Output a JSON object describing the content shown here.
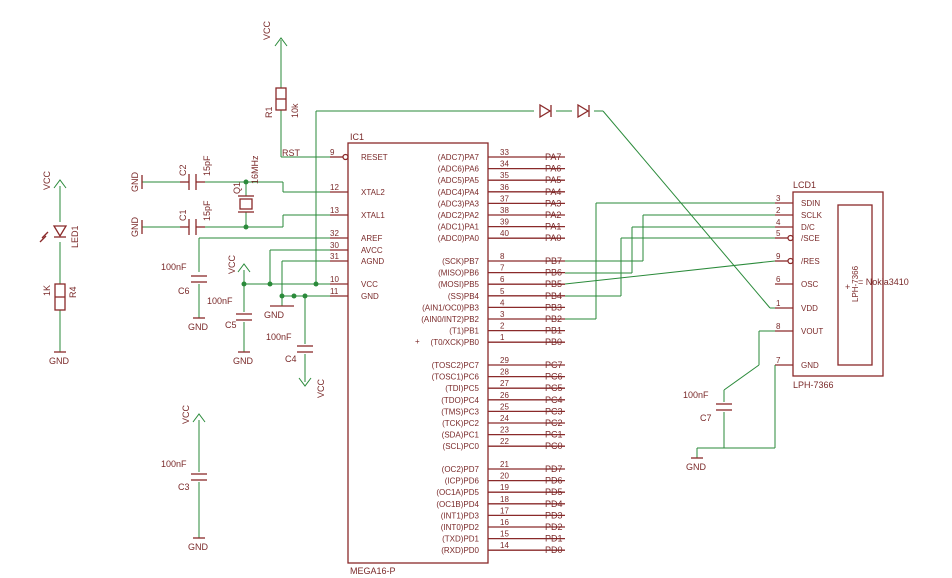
{
  "ic1": {
    "name": "IC1",
    "part": "MEGA16-P",
    "left_pins": [
      {
        "num": "9",
        "name": "RESET"
      },
      {
        "num": "12",
        "name": "XTAL2"
      },
      {
        "num": "13",
        "name": "XTAL1"
      },
      {
        "num": "32",
        "name": "AREF"
      },
      {
        "num": "30",
        "name": "AVCC"
      },
      {
        "num": "31",
        "name": "AGND"
      },
      {
        "num": "10",
        "name": "VCC"
      },
      {
        "num": "11",
        "name": "GND"
      }
    ],
    "right_pins": [
      {
        "func": "(ADC7)PA7",
        "num": "33",
        "net": "PA7"
      },
      {
        "func": "(ADC6)PA6",
        "num": "34",
        "net": "PA6"
      },
      {
        "func": "(ADC5)PA5",
        "num": "35",
        "net": "PA5"
      },
      {
        "func": "(ADC4)PA4",
        "num": "36",
        "net": "PA4"
      },
      {
        "func": "(ADC3)PA3",
        "num": "37",
        "net": "PA3"
      },
      {
        "func": "(ADC2)PA2",
        "num": "38",
        "net": "PA2"
      },
      {
        "func": "(ADC1)PA1",
        "num": "39",
        "net": "PA1"
      },
      {
        "func": "(ADC0)PA0",
        "num": "40",
        "net": "PA0"
      },
      {
        "func": "(SCK)PB7",
        "num": "8",
        "net": "PB7"
      },
      {
        "func": "(MISO)PB6",
        "num": "7",
        "net": "PB6"
      },
      {
        "func": "(MOSI)PB5",
        "num": "6",
        "net": "PB5"
      },
      {
        "func": "(SS)PB4",
        "num": "5",
        "net": "PB4"
      },
      {
        "func": "(AIN1/OC0)PB3",
        "num": "4",
        "net": "PB3"
      },
      {
        "func": "(AIN0/INT2)PB2",
        "num": "3",
        "net": "PB2"
      },
      {
        "func": "(T1)PB1",
        "num": "2",
        "net": "PB1"
      },
      {
        "func": "(T0/XCK)PB0",
        "num": "1",
        "net": "PB0"
      },
      {
        "func": "(TOSC2)PC7",
        "num": "29",
        "net": "PC7"
      },
      {
        "func": "(TOSC1)PC6",
        "num": "28",
        "net": "PC6"
      },
      {
        "func": "(TDI)PC5",
        "num": "27",
        "net": "PC5"
      },
      {
        "func": "(TDO)PC4",
        "num": "26",
        "net": "PC4"
      },
      {
        "func": "(TMS)PC3",
        "num": "25",
        "net": "PC3"
      },
      {
        "func": "(TCK)PC2",
        "num": "24",
        "net": "PC2"
      },
      {
        "func": "(SDA)PC1",
        "num": "23",
        "net": "PC1"
      },
      {
        "func": "(SCL)PC0",
        "num": "22",
        "net": "PC0"
      },
      {
        "func": "(OC2)PD7",
        "num": "21",
        "net": "PD7"
      },
      {
        "func": "(ICP)PD6",
        "num": "20",
        "net": "PD6"
      },
      {
        "func": "(OC1A)PD5",
        "num": "19",
        "net": "PD5"
      },
      {
        "func": "(OC1B)PD4",
        "num": "18",
        "net": "PD4"
      },
      {
        "func": "(INT1)PD3",
        "num": "17",
        "net": "PD3"
      },
      {
        "func": "(INT0)PD2",
        "num": "16",
        "net": "PD2"
      },
      {
        "func": "(TXD)PD1",
        "num": "15",
        "net": "PD1"
      },
      {
        "func": "(RXD)PD0",
        "num": "14",
        "net": "PD0"
      }
    ]
  },
  "lcd": {
    "name": "LCD1",
    "part": "LPH-7366",
    "inner_label": "LPH-7366",
    "note": "= Nokia3410",
    "pins": [
      {
        "num": "3",
        "name": "SDIN"
      },
      {
        "num": "2",
        "name": "SCLK"
      },
      {
        "num": "4",
        "name": "D/C"
      },
      {
        "num": "5",
        "name": "/SCE"
      },
      {
        "num": "9",
        "name": "/RES"
      },
      {
        "num": "6",
        "name": "OSC"
      },
      {
        "num": "1",
        "name": "VDD"
      },
      {
        "num": "8",
        "name": "VOUT"
      },
      {
        "num": "7",
        "name": "GND"
      }
    ]
  },
  "labels": {
    "vcc": "VCC",
    "gnd": "GND",
    "r1_name": "R1",
    "r1_value": "10k",
    "rst": "RST",
    "r4_name": "R4",
    "r4_value": "1K",
    "led1": "LED1",
    "c1_name": "C1",
    "c1_value": "15pF",
    "c2_name": "C2",
    "c2_value": "15pF",
    "q1_name": "Q1",
    "q1_value": "16MHz",
    "c3_name": "C3",
    "c3_value": "100nF",
    "c4_name": "C4",
    "c4_value": "100nF",
    "c5_name": "C5",
    "c5_value": "100nF",
    "c6_name": "C6",
    "c6_value": "100nF",
    "c7_name": "C7",
    "c7_value": "100nF"
  },
  "colors": {
    "part": "#8a2a2a",
    "wire": "#2a8a3a",
    "background": "#ffffff"
  }
}
